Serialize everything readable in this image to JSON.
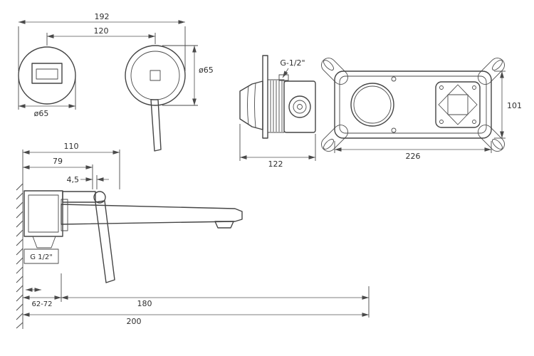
{
  "colors": {
    "line": "#454545",
    "dim": "#555555",
    "text": "#2e2e2e",
    "bg": "#ffffff"
  },
  "dimensions": {
    "front": {
      "overall_width": "192",
      "center_distance": "120",
      "right_diameter": "ø65",
      "left_diameter": "ø65"
    },
    "valve": {
      "thread": "G-1/2\"",
      "depth": "122"
    },
    "box": {
      "width": "226",
      "height": "101"
    },
    "side": {
      "projection_total": "110",
      "projection_body": "79",
      "gap": "4,5",
      "inlet_thread": "G 1/2\"",
      "wall_range": "62-72",
      "reach": "180",
      "total": "200"
    }
  }
}
